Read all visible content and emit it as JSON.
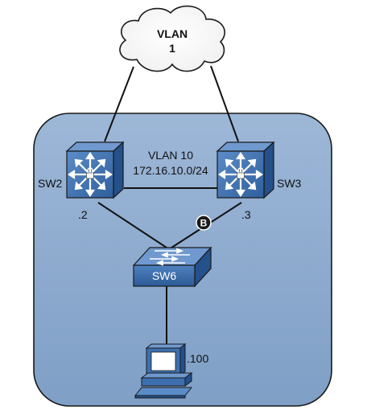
{
  "cloud": {
    "line1": "VLAN",
    "line2": "1"
  },
  "subnet": {
    "vlan": "VLAN 10",
    "network": "172.16.10.0/24"
  },
  "devices": {
    "sw2": {
      "label": "SW2",
      "host": ".2"
    },
    "sw3": {
      "label": "SW3",
      "host": ".3"
    },
    "sw6": {
      "label": "SW6"
    },
    "pc": {
      "host": ".100"
    }
  },
  "marker": {
    "label": "B"
  },
  "colors": {
    "region_fill": "#8fabcf",
    "region_stroke": "#1a1a1a",
    "device_front": "#3d6fae",
    "device_top": "#6f99cf",
    "device_side": "#24508b",
    "cloud_fill": "#ffffff",
    "link": "#111111",
    "marker_fill": "#1a1a1a",
    "marker_text": "#ffffff"
  },
  "icons": {
    "sw2": "multilayer-switch-icon",
    "sw3": "multilayer-switch-icon",
    "sw6": "workgroup-switch-icon",
    "pc": "workstation-icon",
    "cloud": "cloud-icon"
  }
}
